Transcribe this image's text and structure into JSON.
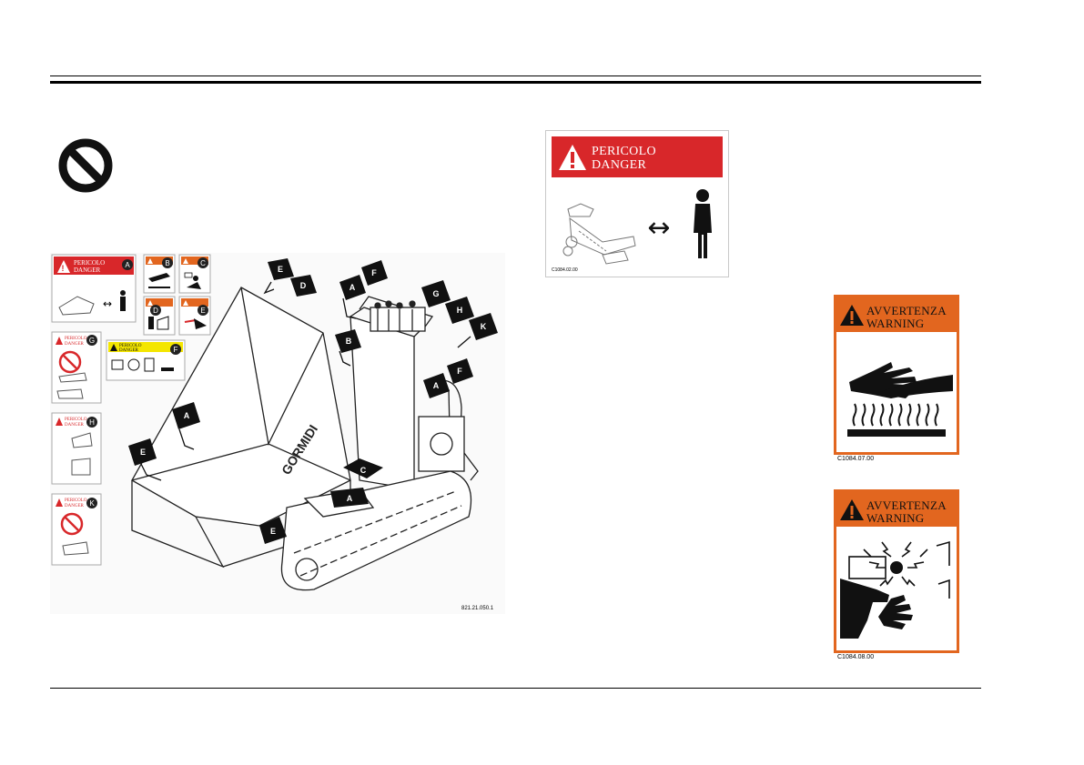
{
  "figure": {
    "drawing_code": "821.21.050.1",
    "brand_mark": "GORMIDI",
    "callout_letters": [
      "A",
      "B",
      "C",
      "D",
      "E",
      "F",
      "G",
      "H",
      "K"
    ],
    "thumbnail_labels": {
      "A": {
        "line1": "PERICOLO",
        "line2": "DANGER"
      },
      "F": {
        "line1": "PERICOLO",
        "line2": "DANGER"
      },
      "G": {
        "line1": "PERICOLO",
        "line2": "DANGER"
      },
      "H": {
        "line1": "PERICOLO",
        "line2": "DANGER"
      },
      "K": {
        "line1": "PERICOLO",
        "line2": "DANGER"
      }
    }
  },
  "signs": {
    "danger": {
      "line1": "PERICOLO",
      "line2": "DANGER",
      "code": "C1084.02.00"
    },
    "warning_hot": {
      "line1": "AVVERTENZA",
      "line2": "WARNING",
      "code": "C1084.07.00"
    },
    "warning_projection": {
      "line1": "AVVERTENZA",
      "line2": "WARNING",
      "code": "C1084.08.00"
    }
  },
  "colors": {
    "danger_red": "#d8272a",
    "warning_orange": "#e2661f",
    "caution_yellow": "#f4e600"
  }
}
